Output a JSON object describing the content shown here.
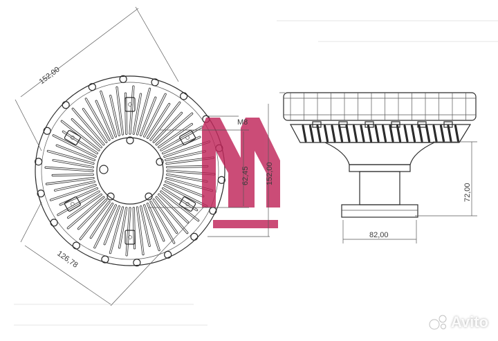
{
  "dimensions": {
    "top_diameter": "152,00",
    "thread": "M8",
    "bolt_circle": "62,45",
    "height_right": "152,00",
    "bottom_diameter": "126,78",
    "hub_width": "82,00",
    "hub_height": "72,00"
  },
  "watermark": {
    "text": "Avito",
    "icon": "avito-dots-icon"
  },
  "colors": {
    "line": "#2b2b2b",
    "stamp": "#c0265a",
    "background": "#ffffff"
  }
}
